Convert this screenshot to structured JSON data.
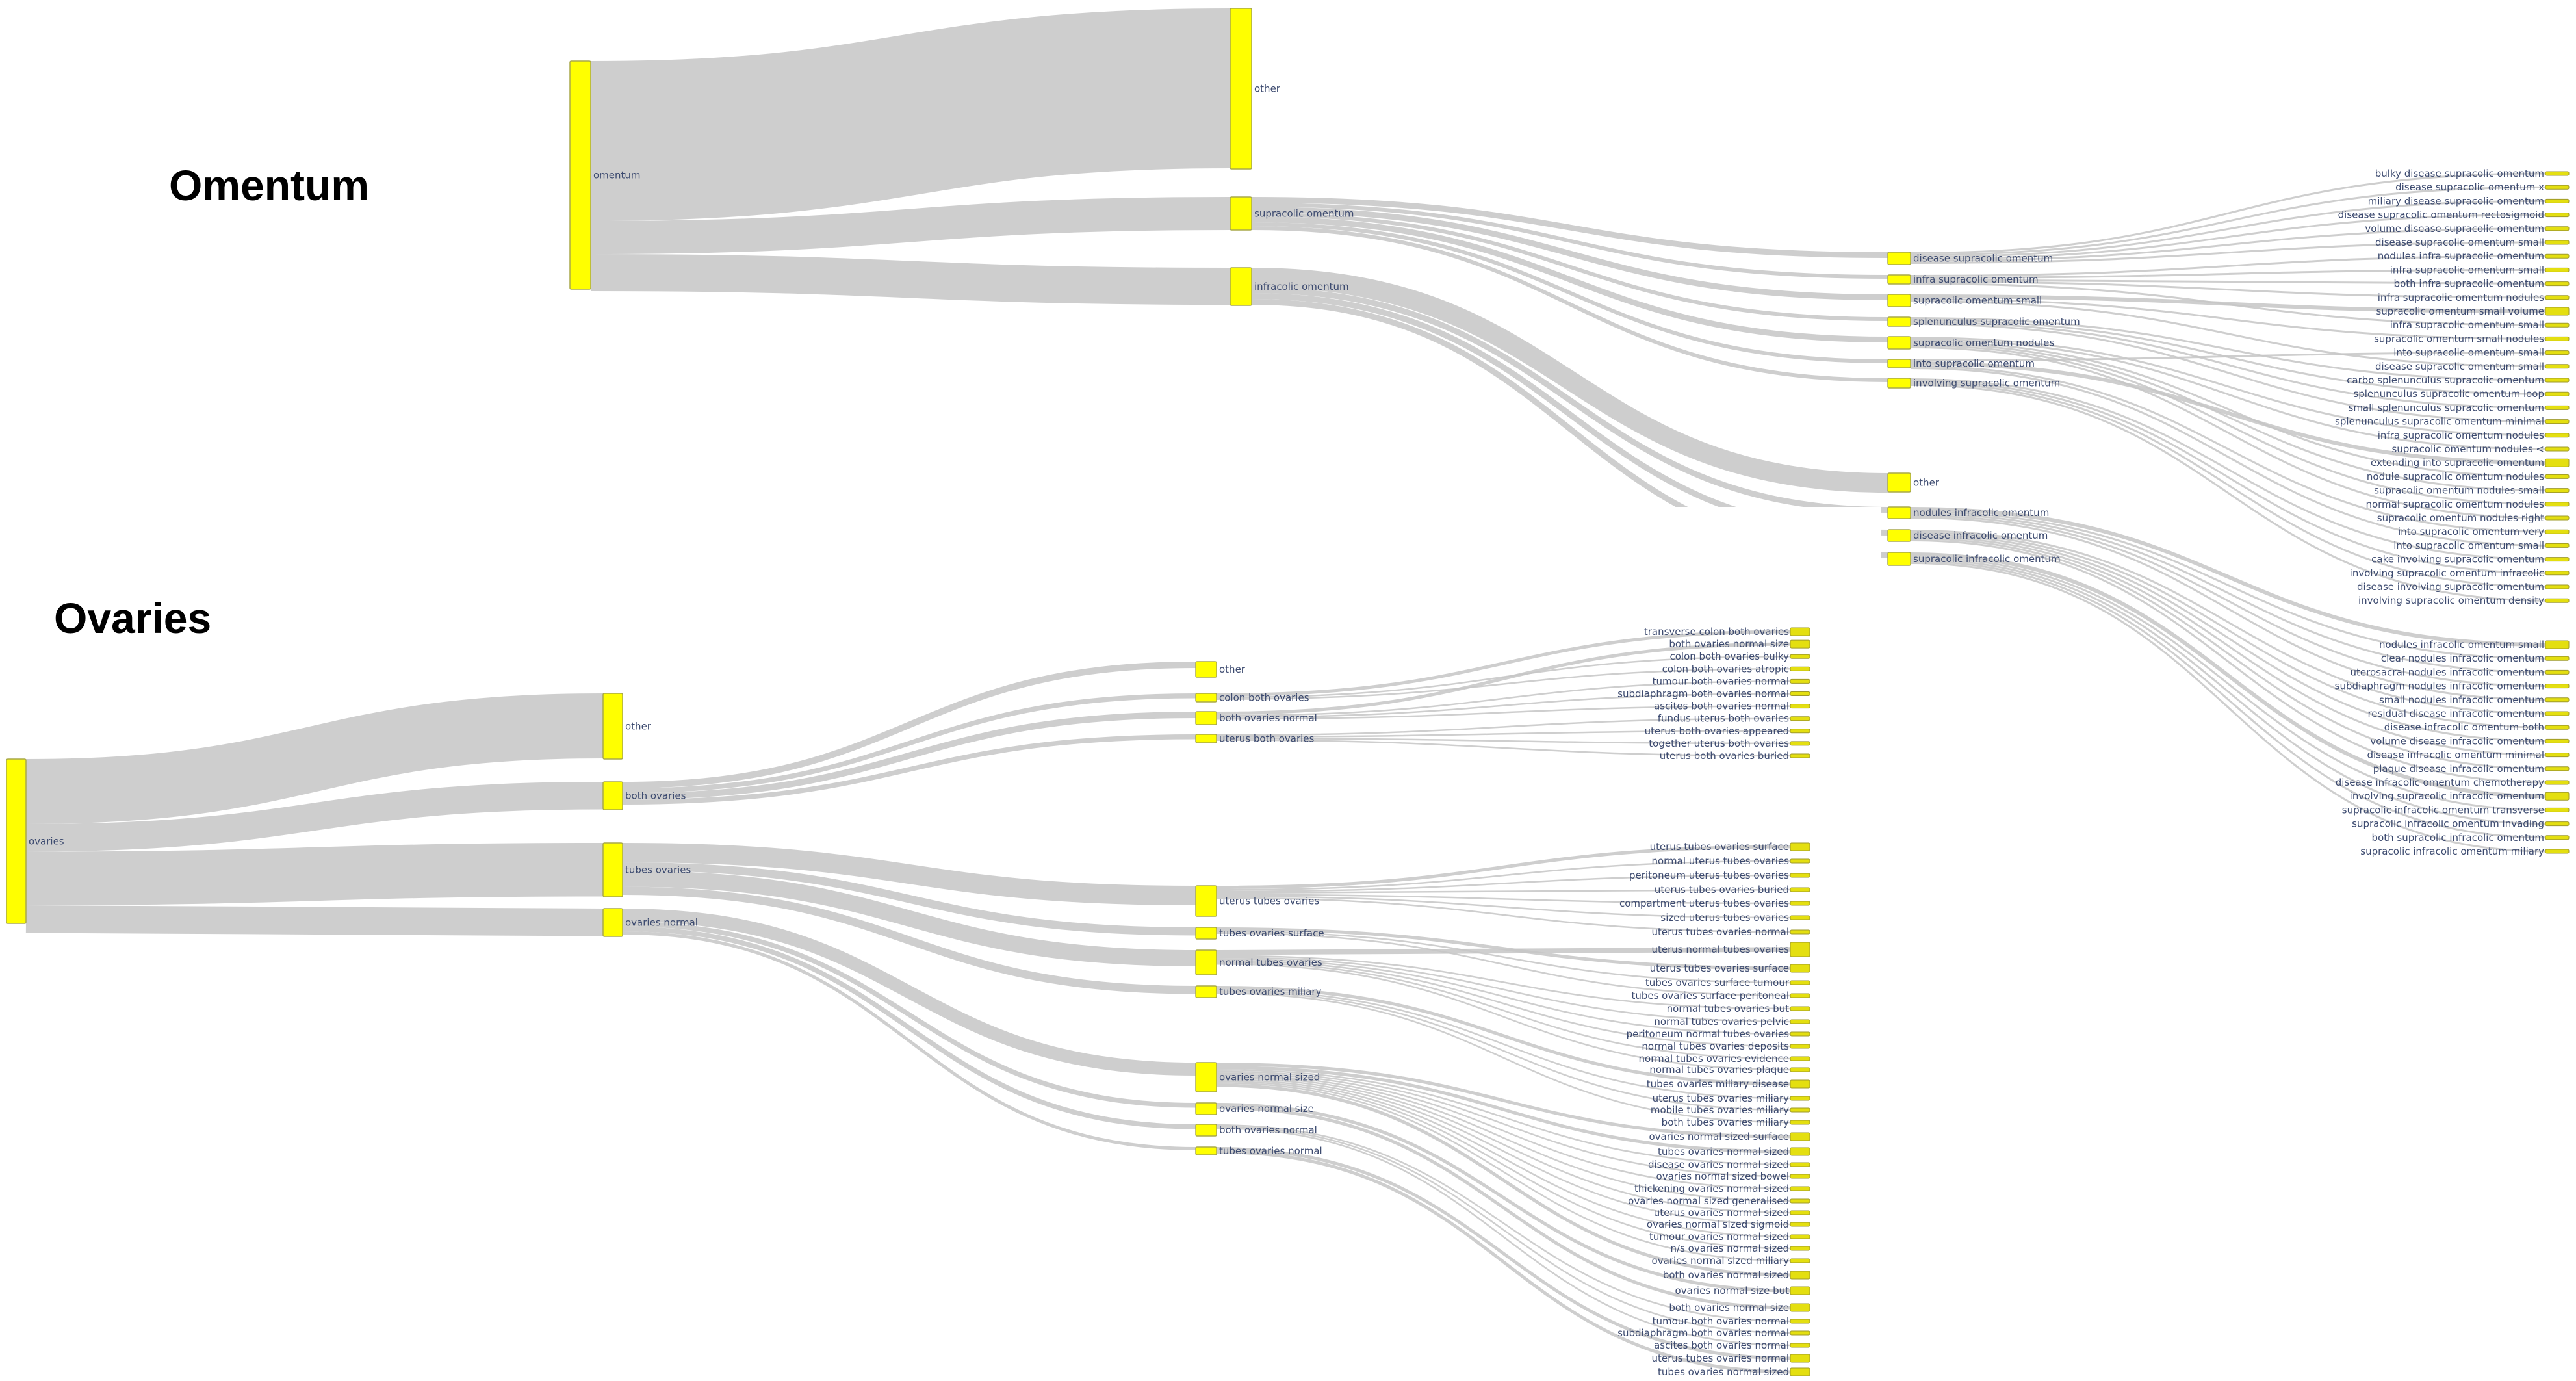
{
  "chart_data": [
    {
      "type": "sankey",
      "title": "Omentum",
      "colors": {
        "node": "#ffff00",
        "link": "#c6c6c6",
        "label": "#3d4b70"
      },
      "nodes": [
        "omentum",
        "other",
        "supracolic omentum",
        "infracolic omentum",
        "disease supracolic omentum",
        "infra supracolic omentum",
        "supracolic omentum small",
        "splenunculus supracolic omentum",
        "supracolic omentum nodules",
        "into supracolic omentum",
        "involving supracolic omentum",
        "other",
        "nodules infracolic omentum",
        "disease infracolic omentum",
        "supracolic infracolic omentum",
        "bulky disease supracolic omentum",
        "disease supracolic omentum x",
        "miliary disease supracolic omentum",
        "disease supracolic omentum rectosigmoid",
        "volume disease supracolic omentum",
        "disease supracolic omentum small",
        "nodules infra supracolic omentum",
        "infra supracolic omentum small",
        "both infra supracolic omentum",
        "infra supracolic omentum nodules",
        "supracolic omentum small volume",
        "infra supracolic omentum small",
        "supracolic omentum small nodules",
        "into supracolic omentum small",
        "disease supracolic omentum small",
        "carbo splenunculus supracolic omentum",
        "splenunculus supracolic omentum loop",
        "small splenunculus supracolic omentum",
        "splenunculus supracolic omentum minimal",
        "infra supracolic omentum nodules",
        "supracolic omentum nodules <",
        "extending into supracolic omentum",
        "nodule supracolic omentum nodules",
        "supracolic omentum nodules small",
        "normal supracolic omentum nodules",
        "supracolic omentum nodules right",
        "into supracolic omentum very",
        "into supracolic omentum small",
        "cake involving supracolic omentum",
        "involving supracolic omentum infracolic",
        "disease involving supracolic omentum",
        "involving supracolic omentum density",
        "nodules infracolic omentum small",
        "clear nodules infracolic omentum",
        "uterosacral nodules infracolic omentum",
        "subdiaphragm nodules infracolic omentum",
        "small nodules infracolic omentum",
        "residual disease infracolic omentum",
        "disease infracolic omentum both",
        "volume disease infracolic omentum",
        "disease infracolic omentum minimal",
        "plaque disease infracolic omentum",
        "disease infracolic omentum chemotherapy",
        "involving supracolic infracolic omentum",
        "supracolic infracolic omentum transverse",
        "supracolic infracolic omentum invading",
        "both supracolic infracolic omentum",
        "supracolic infracolic omentum miliary"
      ],
      "links": [
        [
          0,
          1,
          82
        ],
        [
          0,
          2,
          17
        ],
        [
          0,
          3,
          19
        ],
        [
          2,
          4,
          3
        ],
        [
          2,
          5,
          2
        ],
        [
          2,
          6,
          3
        ],
        [
          2,
          7,
          2
        ],
        [
          2,
          8,
          3
        ],
        [
          2,
          9,
          2
        ],
        [
          2,
          10,
          2
        ],
        [
          3,
          11,
          10
        ],
        [
          3,
          12,
          3
        ],
        [
          3,
          13,
          3
        ],
        [
          3,
          14,
          3
        ],
        [
          4,
          15,
          1
        ],
        [
          4,
          16,
          1
        ],
        [
          4,
          17,
          1
        ],
        [
          4,
          18,
          1
        ],
        [
          4,
          19,
          1
        ],
        [
          4,
          20,
          1
        ],
        [
          5,
          21,
          1
        ],
        [
          5,
          22,
          1
        ],
        [
          5,
          23,
          1
        ],
        [
          5,
          24,
          1
        ],
        [
          6,
          25,
          2
        ],
        [
          5,
          26,
          1
        ],
        [
          6,
          27,
          1
        ],
        [
          9,
          28,
          1
        ],
        [
          6,
          29,
          1
        ],
        [
          7,
          30,
          1
        ],
        [
          7,
          31,
          1
        ],
        [
          7,
          32,
          1
        ],
        [
          7,
          33,
          1
        ],
        [
          8,
          34,
          1
        ],
        [
          8,
          35,
          1
        ],
        [
          9,
          36,
          2
        ],
        [
          8,
          37,
          1
        ],
        [
          8,
          38,
          1
        ],
        [
          8,
          39,
          1
        ],
        [
          8,
          40,
          1
        ],
        [
          9,
          41,
          1
        ],
        [
          9,
          42,
          1
        ],
        [
          10,
          43,
          1
        ],
        [
          10,
          44,
          1
        ],
        [
          10,
          45,
          1
        ],
        [
          10,
          46,
          1
        ],
        [
          12,
          47,
          2
        ],
        [
          12,
          48,
          1
        ],
        [
          12,
          49,
          1
        ],
        [
          12,
          50,
          1
        ],
        [
          12,
          51,
          1
        ],
        [
          13,
          52,
          1
        ],
        [
          13,
          53,
          1
        ],
        [
          13,
          54,
          1
        ],
        [
          13,
          55,
          1
        ],
        [
          13,
          56,
          1
        ],
        [
          13,
          57,
          1
        ],
        [
          14,
          58,
          2
        ],
        [
          14,
          59,
          1
        ],
        [
          14,
          60,
          1
        ],
        [
          14,
          61,
          1
        ],
        [
          14,
          62,
          1
        ]
      ]
    },
    {
      "type": "sankey",
      "title": "Ovaries",
      "colors": {
        "node": "#ffff00",
        "link": "#c6c6c6",
        "label": "#3d4b70"
      },
      "nodes": [
        "ovaries",
        "other",
        "both ovaries",
        "tubes ovaries",
        "ovaries normal",
        "other",
        "colon both ovaries",
        "both ovaries normal",
        "uterus both ovaries",
        "uterus tubes ovaries",
        "tubes ovaries surface",
        "normal tubes ovaries",
        "tubes ovaries miliary",
        "ovaries normal sized",
        "ovaries normal size",
        "both ovaries normal",
        "tubes ovaries normal",
        "transverse colon both ovaries",
        "both ovaries normal size",
        "colon both ovaries bulky",
        "colon both ovaries atropic",
        "tumour both ovaries normal",
        "subdiaphragm both ovaries normal",
        "ascites both ovaries normal",
        "fundus uterus both ovaries",
        "uterus both ovaries appeared",
        "together uterus both ovaries",
        "uterus both ovaries buried",
        "uterus tubes ovaries surface",
        "normal uterus tubes ovaries",
        "peritoneum uterus tubes ovaries",
        "uterus tubes ovaries buried",
        "compartment uterus tubes ovaries",
        "sized uterus tubes ovaries",
        "uterus tubes ovaries normal",
        "uterus normal tubes ovaries",
        "uterus tubes ovaries surface",
        "tubes ovaries surface tumour",
        "tubes ovaries surface peritoneal",
        "normal tubes ovaries but",
        "normal tubes ovaries pelvic",
        "peritoneum normal tubes ovaries",
        "normal tubes ovaries deposits",
        "normal tubes ovaries evidence",
        "normal tubes ovaries plaque",
        "tubes ovaries miliary disease",
        "uterus tubes ovaries miliary",
        "mobile tubes ovaries miliary",
        "both tubes ovaries miliary",
        "ovaries normal sized surface",
        "tubes ovaries normal sized",
        "disease ovaries normal sized",
        "ovaries normal sized bowel",
        "thickening ovaries normal sized",
        "ovaries normal sized generalised",
        "uterus ovaries normal sized",
        "ovaries normal sized sigmoid",
        "tumour ovaries normal sized",
        "n/s ovaries normal sized",
        "ovaries normal sized miliary",
        "both ovaries normal sized",
        "ovaries normal size but",
        "both ovaries normal size",
        "tumour both ovaries normal",
        "subdiaphragm both ovaries normal",
        "ascites both ovaries normal",
        "uterus tubes ovaries normal",
        "tubes ovaries normal sized"
      ],
      "links": [
        [
          0,
          1,
          40
        ],
        [
          0,
          2,
          17
        ],
        [
          0,
          3,
          33
        ],
        [
          0,
          4,
          17
        ],
        [
          2,
          5,
          4
        ],
        [
          2,
          6,
          3
        ],
        [
          2,
          7,
          4
        ],
        [
          2,
          8,
          3
        ],
        [
          3,
          9,
          12
        ],
        [
          3,
          10,
          5
        ],
        [
          3,
          11,
          10
        ],
        [
          3,
          12,
          5
        ],
        [
          4,
          13,
          8
        ],
        [
          4,
          14,
          3
        ],
        [
          4,
          15,
          3
        ],
        [
          4,
          16,
          2
        ],
        [
          6,
          17,
          2
        ],
        [
          7,
          18,
          2
        ],
        [
          6,
          19,
          1
        ],
        [
          6,
          20,
          1
        ],
        [
          7,
          21,
          1
        ],
        [
          7,
          22,
          1
        ],
        [
          7,
          23,
          1
        ],
        [
          8,
          24,
          1
        ],
        [
          8,
          25,
          1
        ],
        [
          8,
          26,
          1
        ],
        [
          8,
          27,
          1
        ],
        [
          9,
          28,
          2
        ],
        [
          9,
          29,
          1
        ],
        [
          9,
          30,
          1
        ],
        [
          9,
          31,
          1
        ],
        [
          9,
          32,
          1
        ],
        [
          9,
          33,
          1
        ],
        [
          9,
          34,
          1
        ],
        [
          11,
          35,
          3
        ],
        [
          10,
          36,
          2
        ],
        [
          10,
          37,
          1
        ],
        [
          10,
          38,
          1
        ],
        [
          11,
          39,
          1
        ],
        [
          11,
          40,
          1
        ],
        [
          11,
          41,
          1
        ],
        [
          11,
          42,
          1
        ],
        [
          11,
          43,
          1
        ],
        [
          11,
          44,
          1
        ],
        [
          12,
          45,
          2
        ],
        [
          12,
          46,
          1
        ],
        [
          12,
          47,
          1
        ],
        [
          12,
          48,
          1
        ],
        [
          13,
          49,
          2
        ],
        [
          13,
          50,
          2
        ],
        [
          13,
          51,
          1
        ],
        [
          13,
          52,
          1
        ],
        [
          13,
          53,
          1
        ],
        [
          13,
          54,
          1
        ],
        [
          13,
          55,
          1
        ],
        [
          13,
          56,
          1
        ],
        [
          13,
          57,
          1
        ],
        [
          13,
          58,
          1
        ],
        [
          13,
          59,
          1
        ],
        [
          13,
          60,
          2
        ],
        [
          14,
          61,
          2
        ],
        [
          14,
          62,
          2
        ],
        [
          15,
          63,
          1
        ],
        [
          15,
          64,
          1
        ],
        [
          15,
          65,
          1
        ],
        [
          16,
          66,
          2
        ],
        [
          16,
          67,
          2
        ]
      ]
    }
  ]
}
